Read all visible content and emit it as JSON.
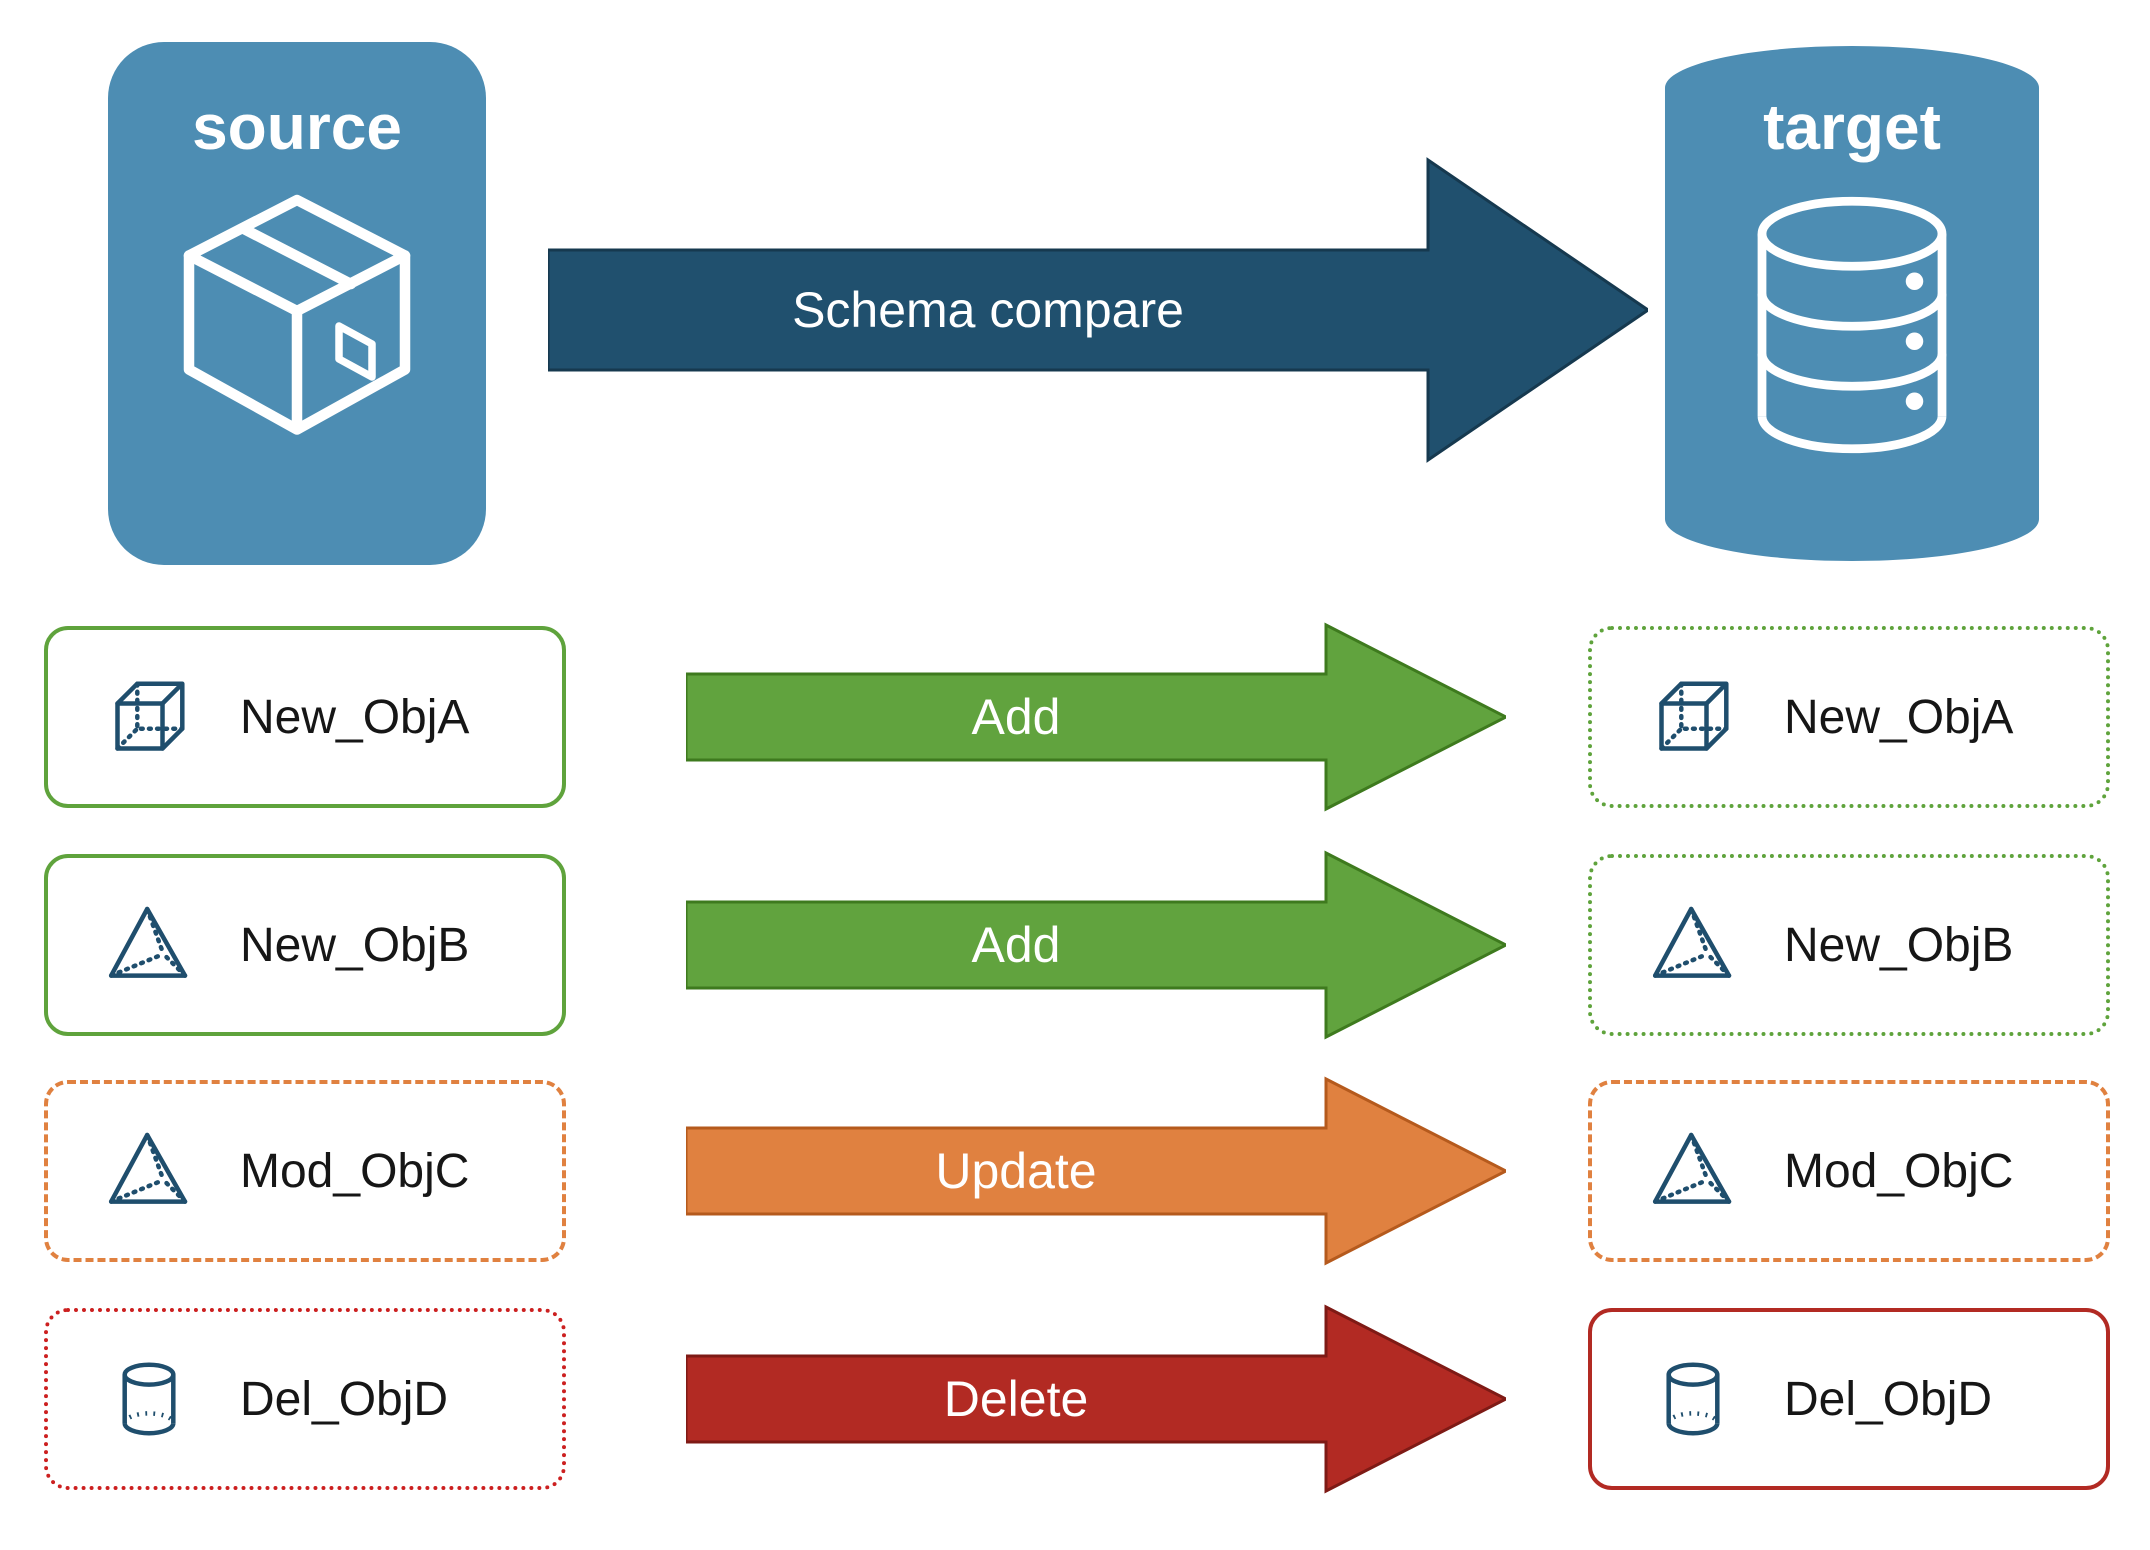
{
  "source_node": {
    "label": "source",
    "icon": "package-box-icon"
  },
  "target_node": {
    "label": "target",
    "icon": "database-icon"
  },
  "compare_arrow": {
    "label": "Schema compare"
  },
  "colors": {
    "node_fill": "#4D8DB3",
    "compare_arrow": "#20506E",
    "add_arrow": "#61A33E",
    "update_arrow": "#E08140",
    "delete_arrow": "#B22A23",
    "icon_navy": "#1F4E6D",
    "green_border": "#5FA33C",
    "orange_border": "#E08140",
    "red_dotted_border": "#CC2020",
    "red_solid_border": "#B22A23"
  },
  "rows": [
    {
      "icon": "cube-icon",
      "source_label": "New_ObjA",
      "action": "Add",
      "target_label": "New_ObjA",
      "source_border": "solid green",
      "target_border": "dotted green"
    },
    {
      "icon": "pyramid-icon",
      "source_label": "New_ObjB",
      "action": "Add",
      "target_label": "New_ObjB",
      "source_border": "solid green",
      "target_border": "dotted green"
    },
    {
      "icon": "pyramid-icon",
      "source_label": "Mod_ObjC",
      "action": "Update",
      "target_label": "Mod_ObjC",
      "source_border": "dashed orange",
      "target_border": "dashed orange"
    },
    {
      "icon": "cylinder-icon",
      "source_label": "Del_ObjD",
      "action": "Delete",
      "target_label": "Del_ObjD",
      "source_border": "dotted red",
      "target_border": "solid red"
    }
  ]
}
